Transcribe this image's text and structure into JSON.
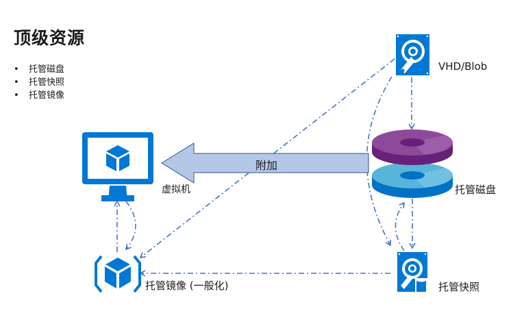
{
  "title": "顶级资源",
  "bullets": [
    "托管磁盘",
    "托管快照",
    "托管镜像"
  ],
  "nodes": {
    "vhd": {
      "label": "VHD/Blob",
      "icon": "hard-drive-icon"
    },
    "managed_disk": {
      "label": "托管磁盘",
      "icon": "disk-stack-icon"
    },
    "vm": {
      "label": "虚拟机",
      "icon": "virtual-machine-icon"
    },
    "managed_image": {
      "label": "托管镜像 (一般化)",
      "icon": "cube-image-icon"
    },
    "managed_snapshot": {
      "label": "托管快照",
      "icon": "snapshot-drive-icon"
    }
  },
  "attach_arrow": {
    "label": "附加"
  },
  "colors": {
    "azure_blue": "#0078d4",
    "connector": "#4472c4",
    "arrow_fill": "#b4c7e7",
    "arrow_stroke": "#2f528f",
    "disk_purple": "#8e4a9a",
    "disk_purple_dark": "#68217a",
    "disk_cyan": "#59b4d9",
    "disk_cyan_dark": "#0072c6"
  }
}
